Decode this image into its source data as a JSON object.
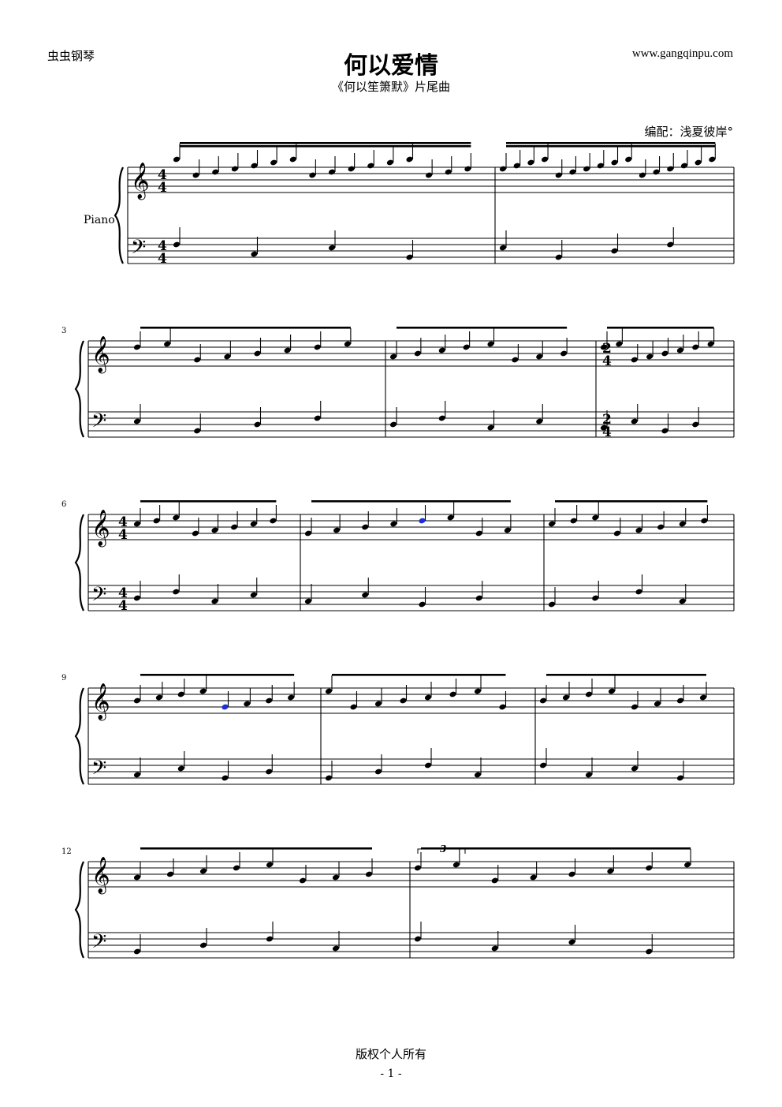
{
  "header": {
    "site_name": "虫虫钢琴",
    "site_url": "www.gangqinpu.com"
  },
  "title": "何以爱情",
  "subtitle": "《何以笙箫默》片尾曲",
  "arranger": "编配：浅夏彼岸°",
  "instrument": "Piano",
  "systems": [
    {
      "first_measure": "",
      "time_sig": [
        "4",
        "4"
      ]
    },
    {
      "first_measure": "3",
      "time_sig": []
    },
    {
      "first_measure": "6",
      "time_sig": [
        "4",
        "4"
      ]
    },
    {
      "first_measure": "9",
      "time_sig": []
    },
    {
      "first_measure": "12",
      "time_sig": []
    }
  ],
  "mid_time_sig": [
    "2",
    "4"
  ],
  "tuplet": "3",
  "footer": {
    "copyright": "版权个人所有",
    "page": "- 1 -"
  }
}
